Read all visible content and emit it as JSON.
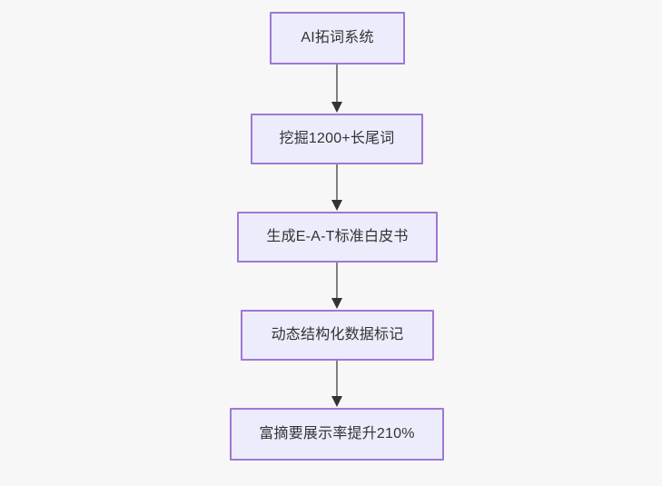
{
  "diagram": {
    "type": "flowchart",
    "direction": "top-to-bottom",
    "background_color": "#f7f7f7",
    "node_fill_color": "#ececfd",
    "node_border_color": "#9f78d4",
    "node_text_color": "#333333",
    "edge_line_color": "#808080",
    "edge_arrow_color": "#333333",
    "nodes": [
      {
        "id": "n0",
        "label": "AI拓词系统"
      },
      {
        "id": "n1",
        "label": "挖掘1200+长尾词"
      },
      {
        "id": "n2",
        "label": "生成E-A-T标准白皮书"
      },
      {
        "id": "n3",
        "label": "动态结构化数据标记"
      },
      {
        "id": "n4",
        "label": "富摘要展示率提升210%"
      }
    ],
    "edges": [
      {
        "from": "n0",
        "to": "n1",
        "label": ""
      },
      {
        "from": "n1",
        "to": "n2",
        "label": ""
      },
      {
        "from": "n2",
        "to": "n3",
        "label": ""
      },
      {
        "from": "n3",
        "to": "n4",
        "label": ""
      }
    ]
  }
}
